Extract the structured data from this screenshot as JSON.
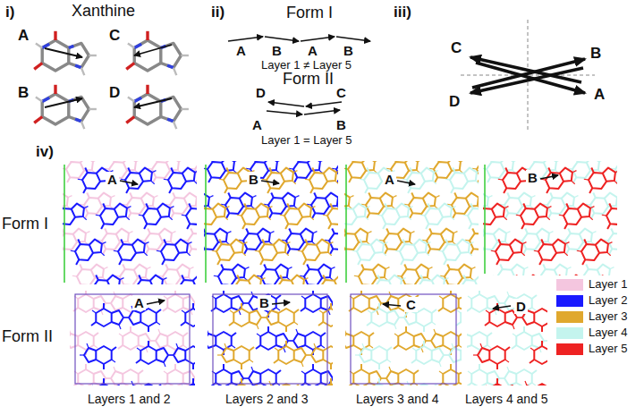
{
  "diagram": {
    "labels": [
      "i)",
      "Xanthine",
      "A",
      "C",
      "B",
      "D",
      "ii)",
      "Form I",
      "A",
      "B",
      "A",
      "B",
      "Layer 1 ≠ Layer 5",
      "Form II",
      "D",
      "C",
      "A",
      "B",
      "Layer 1 = Layer 5",
      "iii)",
      "C",
      "B",
      "D",
      "A",
      "iv)",
      "Form I",
      "Form II",
      "A",
      "B",
      "A",
      "B",
      "A",
      "B",
      "C",
      "D",
      "Layers 1 and 2",
      "Layers 2 and 3",
      "Layers 3 and 4",
      "Layers 4 and 5"
    ],
    "legend": [
      {
        "text": "Layer 1",
        "color": "#f4c6df"
      },
      {
        "text": "Layer 2",
        "color": "#1a1aff"
      },
      {
        "text": "Layer 3",
        "color": "#e0a82e"
      },
      {
        "text": "Layer 4",
        "color": "#c4f4ee"
      },
      {
        "text": "Layer 5",
        "color": "#ee2222"
      }
    ]
  }
}
